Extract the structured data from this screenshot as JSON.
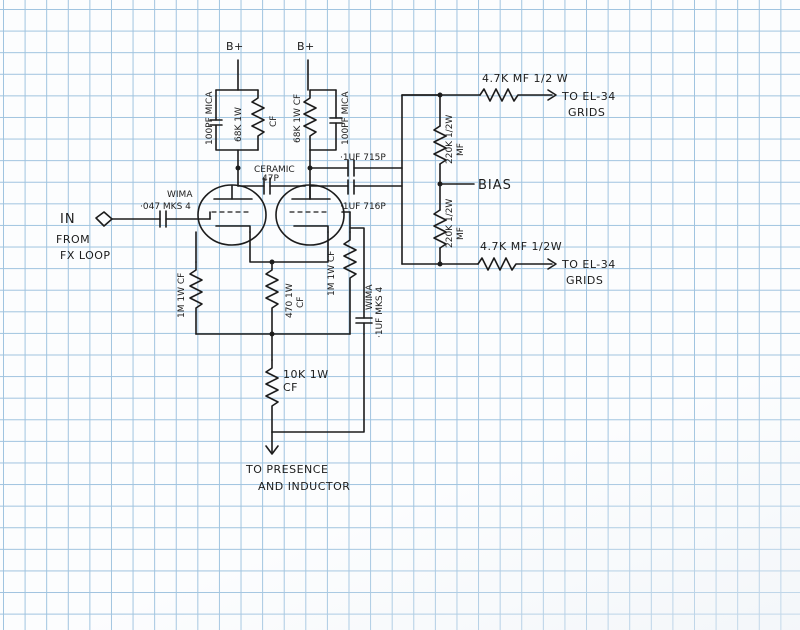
{
  "labels": {
    "bplus_left": "B+",
    "bplus_right": "B+",
    "cap_100pf_mica_left": "100PF MICA",
    "res_68k_left": "68K 1W",
    "res_68k_left_cf": "CF",
    "res_68k_right": "68K 1W CF",
    "cap_100pf_mica_right": "100PF MICA",
    "ceramic": "CERAMIC",
    "ceramic_value": "47P",
    "cap_1uf_715p": "·1UF 715P",
    "cap_1uf_716p": "·1UF 716P",
    "wima_top": "WIMA",
    "wima_top_value": "·047 MKS 4",
    "in": "IN",
    "from": "FROM",
    "fx_loop": "FX LOOP",
    "res_1m_left": "1M 1W CF",
    "res_470": "470 1W",
    "res_470_cf": "CF",
    "res_1m_right": "1M 1W CF",
    "wima_bottom": "WIMA",
    "wima_bottom_value": "·1UF MKS 4",
    "res_10k": "10K 1W",
    "res_10k_cf": "CF",
    "to_presence": "TO PRESENCE",
    "and_inductor": "AND INDUCTOR",
    "res_4k7_top": "4.7K MF 1/2 W",
    "to_el34_top": "TO EL-34",
    "grids_top": "GRIDS",
    "res_220k_top": "220K 1/2W",
    "res_220k_top_mf": "MF",
    "bias": "BIAS",
    "res_220k_bottom": "220K 1/2W",
    "res_220k_bottom_mf": "MF",
    "res_4k7_bottom": "4.7K MF 1/2W",
    "to_el34_bottom": "TO EL-34",
    "grids_bottom": "GRIDS"
  },
  "colors": {
    "ink": "#1c1c1c",
    "grid": "#9fc3df",
    "paper": "#fcfdfe"
  }
}
